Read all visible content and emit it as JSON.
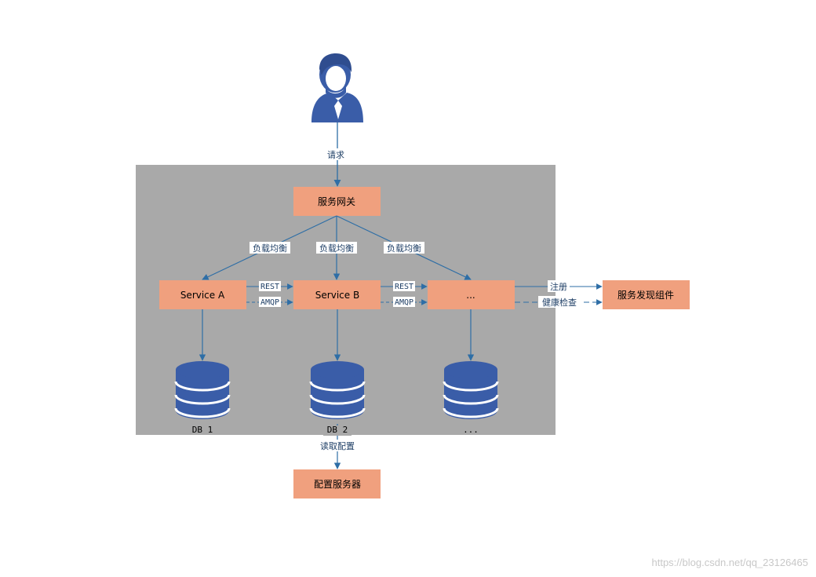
{
  "colors": {
    "box": "#f0a07e",
    "container": "#a9a9a9",
    "arrow": "#2e6ea6",
    "db": "#3a5da8",
    "user": "#3a5da8"
  },
  "icons": {
    "user": "user-icon",
    "database": "database-icon"
  },
  "user": {
    "request_label": "请求"
  },
  "gateway": {
    "label": "服务网关"
  },
  "load_balance": [
    "负载均衡",
    "负载均衡",
    "负载均衡"
  ],
  "services": [
    {
      "label": "Service A"
    },
    {
      "label": "Service B"
    },
    {
      "label": "..."
    }
  ],
  "protocols": [
    {
      "rest": "REST",
      "amqp": "AMQP"
    },
    {
      "rest": "REST",
      "amqp": "AMQP"
    }
  ],
  "discovery": {
    "label": "服务发现组件",
    "register_label": "注册",
    "health_label": "健康检查"
  },
  "databases": [
    "DB 1",
    "DB 2",
    "..."
  ],
  "config": {
    "read_label": "读取配置",
    "label": "配置服务器"
  },
  "watermark": "https://blog.csdn.net/qq_23126465"
}
